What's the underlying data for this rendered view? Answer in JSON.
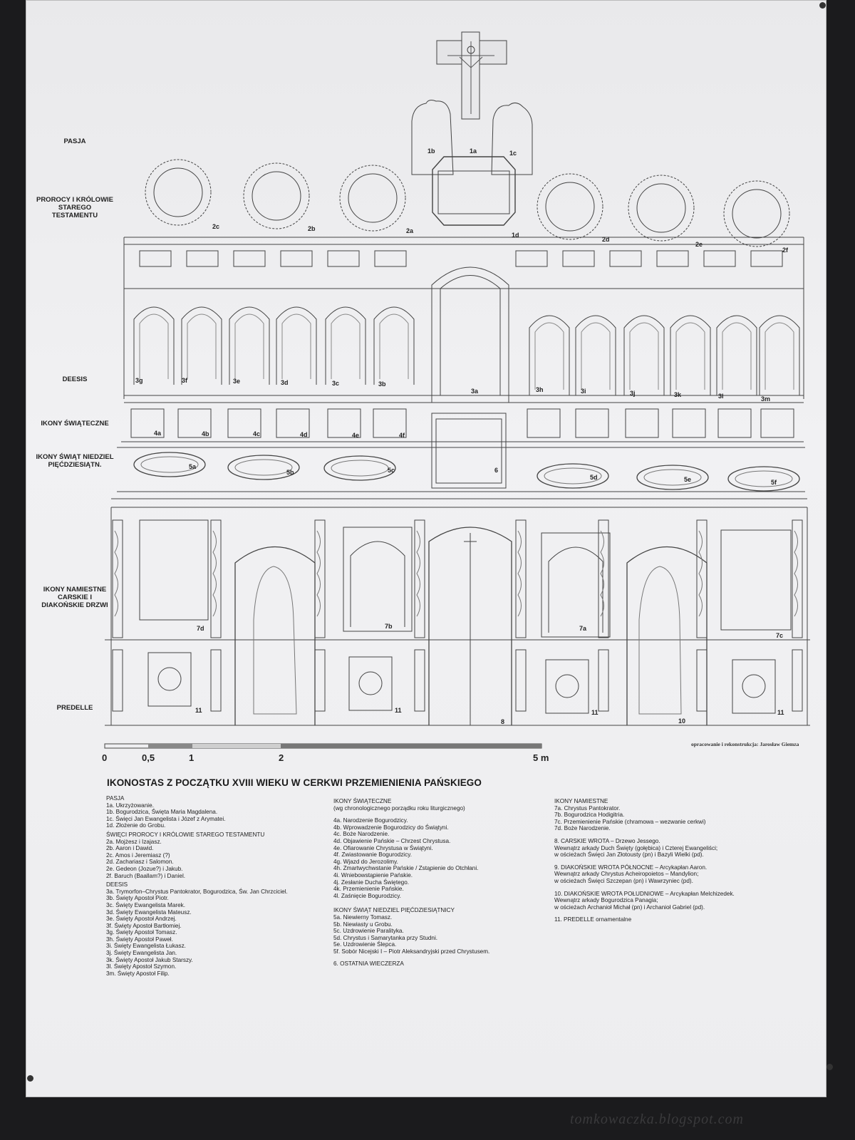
{
  "labels": {
    "pasja": "PASJA",
    "prorocy": "PROROCY I KRÓLOWIE STAREGO TESTAMENTU",
    "deesis": "DEESIS",
    "ikony_swiateczne": "IKONY ŚWIĄTECZNE",
    "ikony_swiat_niedziel": "IKONY ŚWIĄT NIEDZIEL PIĘĆDZIESIĄTN.",
    "ikony_namiestne": "IKONY NAMIESTNE CARSKIE I DIAKOŃSKIE DRZWI",
    "predelle": "PREDELLE"
  },
  "numbers": {
    "pasja": [
      "1b",
      "1a",
      "1c"
    ],
    "prophets": [
      "2c",
      "2b",
      "2a",
      "1d",
      "2d",
      "2e",
      "2f"
    ],
    "deesis_left": [
      "3g",
      "3f",
      "3e",
      "3d",
      "3c",
      "3b"
    ],
    "deesis_center": "3a",
    "deesis_right": [
      "3h",
      "3i",
      "3j",
      "3k",
      "3l",
      "3m"
    ],
    "feasts_left": [
      "4a",
      "4b",
      "4c",
      "4d",
      "4e",
      "4f"
    ],
    "pentecost_left": [
      "5a",
      "5b",
      "5c"
    ],
    "center_supper": "6",
    "pentecost_right": [
      "5d",
      "5e",
      "5f"
    ],
    "namiestne": [
      "7d",
      "7b",
      "7a",
      "7c"
    ],
    "doors": [
      "8",
      "10"
    ],
    "predelle": [
      "11",
      "11",
      "11",
      "11"
    ]
  },
  "scale": {
    "ticks": [
      "0",
      "0,5",
      "1",
      "2",
      "5 m"
    ]
  },
  "credit": "opracowanie i rekonstrukcja: Jarosław Giemza",
  "title": "IKONOSTAS Z POCZĄTKU XVIII WIEKU W CERKWI PRZEMIENIENIA PAŃSKIEGO",
  "legend": {
    "col1": [
      {
        "h": "PASJA"
      },
      {
        "t": "1a. Ukrzyżowanie."
      },
      {
        "t": "1b. Bogurodzica, Święta Maria Magdalena."
      },
      {
        "t": "1c. Święci Jan Ewangelista i Józef z Arymatei."
      },
      {
        "t": "1d. Złożenie do Grobu."
      },
      {
        "h": "ŚWIĘCI PROROCY I KRÓLOWIE STAREGO TESTAMENTU"
      },
      {
        "t": "2a. Mojżesz i Izajasz."
      },
      {
        "t": "2b. Aaron i Dawid."
      },
      {
        "t": "2c. Amos i Jeremiasz (?)"
      },
      {
        "t": "2d. Zachariasz i Salomon."
      },
      {
        "t": "2e. Gedeon (Jozue?) i Jakub."
      },
      {
        "t": "2f. Baruch (Baallam?) i Daniel."
      },
      {
        "h": "DEESIS"
      },
      {
        "t": "3a. Trymorfon–Chrystus Pantokrator, Bogurodzica, Św. Jan Chrzciciel."
      },
      {
        "t": "3b. Święty Apostoł Piotr."
      },
      {
        "t": "3c. Święty Ewangelista Marek."
      },
      {
        "t": "3d. Święty Ewangelista Mateusz."
      },
      {
        "t": "3e. Święty Apostoł Andrzej."
      },
      {
        "t": "3f. Święty Apostoł Bartłomiej."
      },
      {
        "t": "3g. Święty Apostoł Tomasz."
      },
      {
        "t": "3h. Święty Apostoł Paweł."
      },
      {
        "t": "3i. Święty Ewangelista Łukasz."
      },
      {
        "t": "3j. Święty Ewangelista Jan."
      },
      {
        "t": "3k. Święty Apostoł Jakub Starszy."
      },
      {
        "t": "3l. Święty Apostoł Szymon."
      },
      {
        "t": "3m. Święty Apostoł Filip."
      }
    ],
    "col2": [
      {
        "h": "IKONY ŚWIĄTECZNE"
      },
      {
        "t": "(wg chronologicznego porządku roku liturgicznego)"
      },
      {
        "gap": true
      },
      {
        "t": "4a. Narodzenie Bogurodzicy."
      },
      {
        "t": "4b. Wprowadzenie Bogurodzicy do Świątyni."
      },
      {
        "t": "4c. Boże Narodzenie."
      },
      {
        "t": "4d. Objawienie Pańskie – Chrzest Chrystusa."
      },
      {
        "t": "4e. Ofiarowanie Chrystusa w Świątyni."
      },
      {
        "t": "4f. Zwiastowanie Bogurodzicy."
      },
      {
        "t": "4g. Wjazd do Jerozolimy."
      },
      {
        "t": "4h. Zmartwychwstanie Pańskie / Zstąpienie do Otchłani."
      },
      {
        "t": "4i. Wniebowstąpienie Pańskie."
      },
      {
        "t": "4j. Zesłanie Ducha Świętego."
      },
      {
        "t": "4k. Przemienienie Pańskie."
      },
      {
        "t": "4l. Zaśnięcie Bogurodzicy."
      },
      {
        "gap": true
      },
      {
        "h": "IKONY ŚWIĄT NIEDZIEL PIĘĆDZIESIĄTNICY"
      },
      {
        "t": "5a. Niewierny Tomasz."
      },
      {
        "t": "5b. Niewiasty u Grobu."
      },
      {
        "t": "5c. Uzdrowienie Paralityka."
      },
      {
        "t": "5d. Chrystus i Samarytanka przy Studni."
      },
      {
        "t": "5e. Uzdrowienie Ślepca."
      },
      {
        "t": "5f. Sobór Nicejski I – Piotr Aleksandryjski przed Chrystusem."
      },
      {
        "gap": true
      },
      {
        "t": "6. OSTATNIA WIECZERZA"
      }
    ],
    "col3": [
      {
        "h": "IKONY NAMIESTNE"
      },
      {
        "t": "7a. Chrystus Pantokrator."
      },
      {
        "t": "7b. Bogurodzica Hodigitria."
      },
      {
        "t": "7c. Przemienienie Pańskie (chramowa – wezwanie cerkwi)"
      },
      {
        "t": "7d. Boże Narodzenie."
      },
      {
        "gap": true
      },
      {
        "t": "8. CARSKIE WROTA – Drzewo Jessego."
      },
      {
        "t": "Wewnątrz arkady Duch Święty (gołębica) i Czterej Ewangeliści;"
      },
      {
        "t": "w ościeżach Święci Jan Złotousty (pn) i Bazyli Wielki (pd)."
      },
      {
        "gap": true
      },
      {
        "t": "9. DIAKOŃSKIE WROTA PÓŁNOCNE – Arcykapłan Aaron."
      },
      {
        "t": "Wewnątrz arkady Chrystus Acheiropoietos – Mandylion;"
      },
      {
        "t": "w ościeżach Święci Szczepan (pn) i Wawrzyniec (pd)."
      },
      {
        "gap": true
      },
      {
        "t": "10. DIAKOŃSKIE WROTA POŁUDNIOWE – Arcykapłan Melchizedek."
      },
      {
        "t": "Wewnątrz arkady Bogurodzica Panagia;"
      },
      {
        "t": "w ościeżach Archanioł Michał (pn) i Archanioł Gabriel (pd)."
      },
      {
        "gap": true
      },
      {
        "t": "11. PREDELLE ornamentalne"
      }
    ]
  },
  "watermark": "tomkowaczka.blogspot.com"
}
